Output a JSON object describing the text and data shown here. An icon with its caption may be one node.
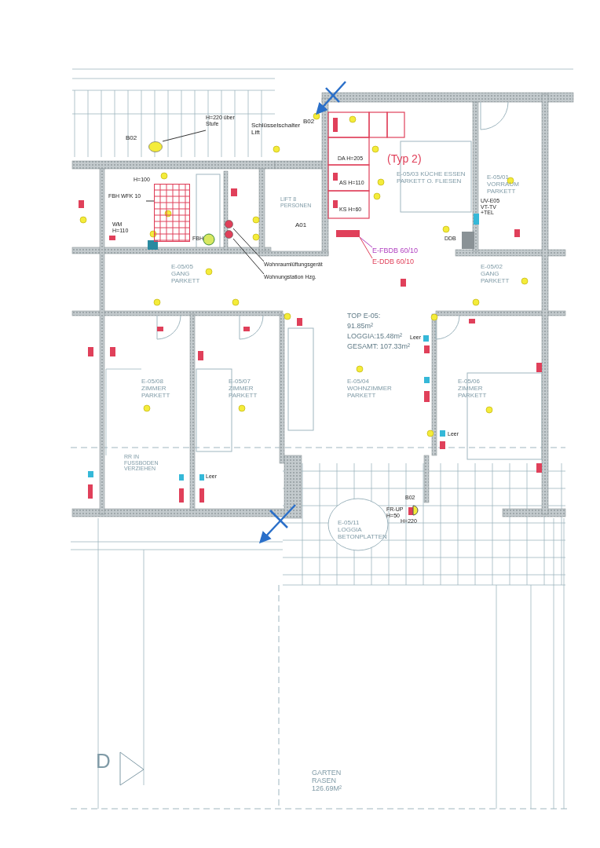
{
  "diagram": {
    "nodes": [
      {
        "text": [
          "H=220 über Stufe"
        ]
      },
      {
        "text": [],
        "shape": "circle"
      },
      {
        "text": [
          "FBH WFK 10"
        ]
      },
      {
        "text": [],
        "shape": "box"
      },
      {
        "text": [
          "Wohnraumlüftungsgerät"
        ]
      },
      {
        "text": [],
        "shape": "circle"
      },
      {
        "text": [
          "Wohnungstation Hzg."
        ]
      },
      {
        "text": [],
        "shape": "circle"
      },
      {
        "text": [
          "E-FBDB 60/10"
        ]
      },
      {
        "text": [
          "E-DDB 60/10"
        ]
      },
      {
        "text": [],
        "shape": "box"
      }
    ],
    "edges": [
      {
        "from": 0,
        "to": 1,
        "arrow": "none"
      },
      {
        "from": 2,
        "to": 3,
        "arrow": "none"
      },
      {
        "from": 4,
        "to": 5,
        "arrow": "none"
      },
      {
        "from": 6,
        "to": 7,
        "arrow": "none"
      },
      {
        "from": 8,
        "to": 10,
        "arrow": "none",
        "color": "#b040c0"
      },
      {
        "from": 9,
        "to": 10,
        "arrow": "none",
        "color": "#e0405a"
      }
    ],
    "labels": [
      "B02",
      "Schlüsselschalter Lift",
      "B02",
      "H=100",
      "WM H=110",
      "FBH",
      "LIFT 8 PERSONEN",
      "A01",
      "E-05/05 GANG PARKETT",
      "(Typ 2)",
      "DA H=205",
      "AS H=110",
      "KS H=60",
      "E-05/03 KÜCHE ESSEN PARKETT O. FLIESEN",
      "E-05/01 VORRAUM PARKETT",
      "UV-E05 VT-TV +TEL",
      "DDB",
      "E-05/02 GANG PARKETT",
      "TOP E-05:",
      "91.85m²",
      "LOGGIA:15.48m²",
      "GESAMT: 107.33m²",
      "E-05/04 WOHNZIMMER PARKETT",
      "E-05/06 ZIMMER PARKETT",
      "E-05/08 ZIMMER PARKETT",
      "E-05/07 ZIMMER PARKETT",
      "RR IN FUSSBODEN VERZIEHEN",
      "Leer",
      "Leer",
      "Leer",
      "E-05/11 LOGGIA BETONPLATTEN",
      "B02",
      "FR-UP H=50",
      "H=220",
      "GARTEN RASEN 126.69M²",
      "D"
    ]
  }
}
